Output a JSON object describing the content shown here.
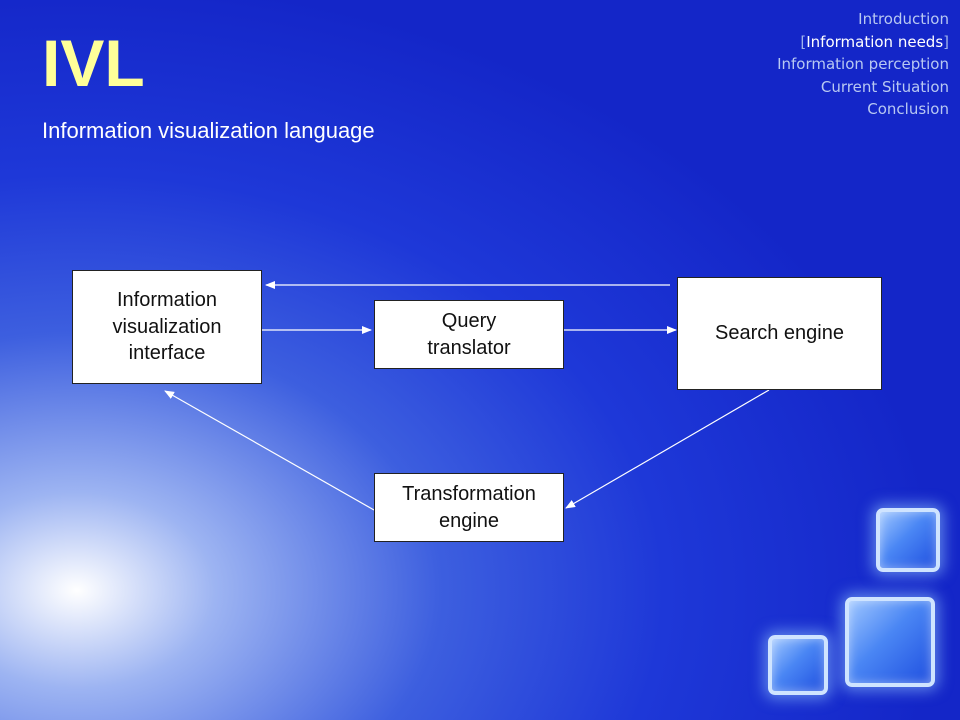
{
  "slide": {
    "title": "IVL",
    "subtitle": "Information visualization language"
  },
  "nav": {
    "bracket_open": "[",
    "bracket_close": "]",
    "items": [
      {
        "label": "Introduction",
        "active": false
      },
      {
        "label": "Information needs",
        "active": true
      },
      {
        "label": "Information perception",
        "active": false
      },
      {
        "label": "Current Situation",
        "active": false
      },
      {
        "label": "Conclusion",
        "active": false
      }
    ]
  },
  "diagram": {
    "nodes": {
      "interface": {
        "label_lines": [
          "Information",
          "visualization",
          "interface"
        ]
      },
      "query": {
        "label_lines": [
          "Query",
          "translator"
        ]
      },
      "search": {
        "label_lines": [
          "Search engine"
        ]
      },
      "transform": {
        "label_lines": [
          "Transformation",
          "engine"
        ]
      }
    },
    "edges": [
      {
        "from": "interface",
        "to": "query"
      },
      {
        "from": "query",
        "to": "search"
      },
      {
        "from": "search",
        "to": "interface"
      },
      {
        "from": "search",
        "to": "transform"
      },
      {
        "from": "transform",
        "to": "interface"
      }
    ],
    "colors": {
      "line": "#ffffff",
      "box_fill": "#ffffff",
      "title": "#ffff99",
      "nav_active": "#ffffff"
    }
  }
}
